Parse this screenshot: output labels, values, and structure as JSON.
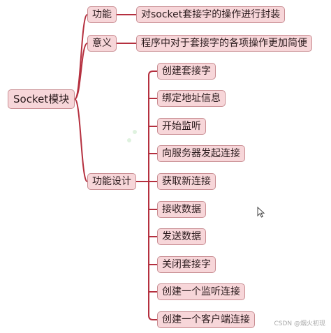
{
  "root": {
    "label": "Socket模块"
  },
  "branches": [
    {
      "label": "功能",
      "children": [
        {
          "label": "对socket套接字的操作进行封装"
        }
      ]
    },
    {
      "label": "意义",
      "children": [
        {
          "label": "程序中对于套接字的各项操作更加简便"
        }
      ]
    },
    {
      "label": "功能设计",
      "children": [
        {
          "label": "创建套接字"
        },
        {
          "label": "绑定地址信息"
        },
        {
          "label": "开始监听"
        },
        {
          "label": "向服务器发起连接"
        },
        {
          "label": "获取新连接"
        },
        {
          "label": "接收数据"
        },
        {
          "label": "发送数据"
        },
        {
          "label": "关闭套接字"
        },
        {
          "label": "创建一个监听连接"
        },
        {
          "label": "创建一个客户端连接"
        }
      ]
    }
  ],
  "colors": {
    "line": "#b5303f",
    "node_fill": "#f7d6d9",
    "node_border": "#c98e93"
  },
  "footer": "CSDN @烟火初现",
  "cursor_icon": "mouse-pointer-icon"
}
